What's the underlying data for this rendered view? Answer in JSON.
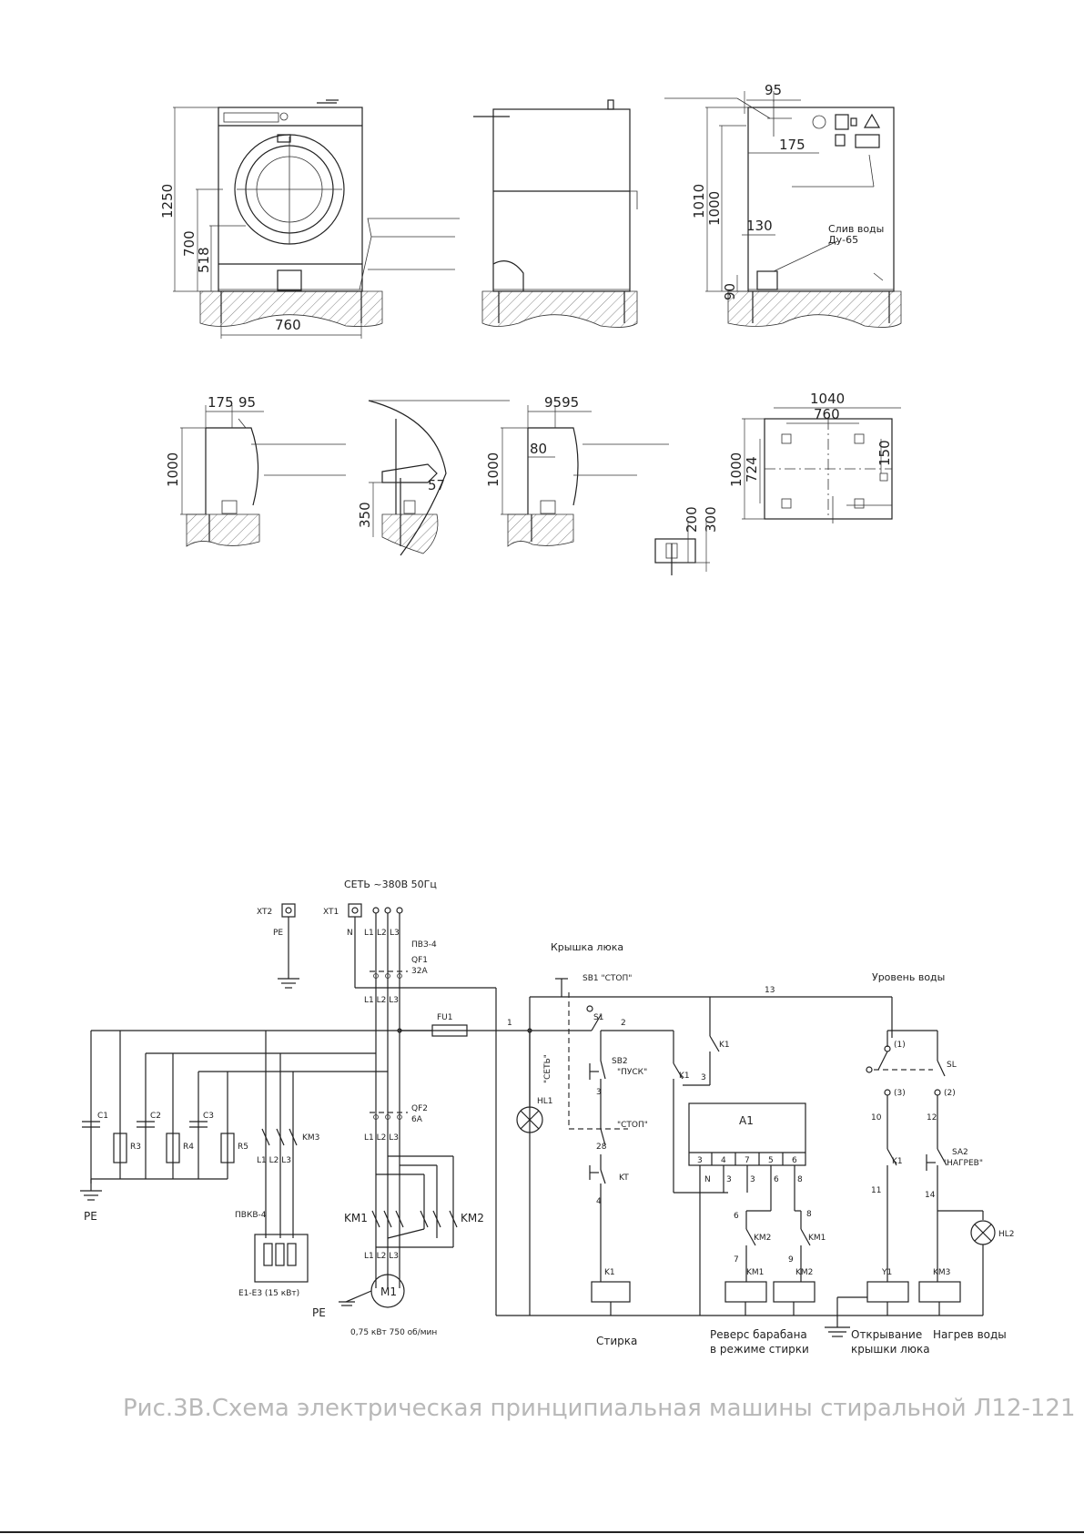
{
  "drawings": {
    "front": {
      "d_760": "760",
      "d_1250": "1250",
      "d_700": "700",
      "d_518": "518"
    },
    "side_right": {
      "d_95": "95",
      "d_175": "175",
      "d_1010": "1010",
      "d_1000": "1000",
      "d_130": "130",
      "d_90": "90",
      "drain_1": "Слив воды",
      "drain_2": "Ду-65"
    },
    "detail_left": {
      "d_175": "175",
      "d_95": "95",
      "d_1000": "1000"
    },
    "detail_mid": {
      "d_350": "350",
      "d_57": "57"
    },
    "detail_right": {
      "d_9595": "9595",
      "d_80": "80",
      "d_1000": "1000"
    },
    "foundation": {
      "d_200": "200",
      "d_300": "300"
    },
    "plan": {
      "d_1040": "1040",
      "d_760": "760",
      "d_1000": "1000",
      "d_724": "724",
      "d_150": "150"
    }
  },
  "schematic": {
    "network": "СЕТЬ ~380В 50Гц",
    "xt2": "XT2",
    "xt1": "XT1",
    "pe": "PE",
    "n": "N",
    "l1": "L1",
    "l2": "L2",
    "l3": "L3",
    "pvz": "ПВЗ-4",
    "qf1": "QF1",
    "qf1_val": "32А",
    "qf2": "QF2",
    "qf2_val": "6А",
    "fu1": "FU1",
    "c1": "C1",
    "c2": "C2",
    "c3": "C3",
    "r3": "R3",
    "r4": "R4",
    "r5": "R5",
    "km3": "KM3",
    "km1": "KM1",
    "km2": "KM2",
    "pvkv": "ПВКВ-4",
    "heaters": "Е1-Е3 (15 кВт)",
    "m1": "M1",
    "motor": "0,75 кВт 750 об/мин",
    "lid": "Крышка люка",
    "sb1": "SB1 \"СТОП\"",
    "level": "Уровень воды",
    "wire13": "13",
    "s1": "S1",
    "w1": "1",
    "w2": "2",
    "w3": "3",
    "w28": "28",
    "w4": "4",
    "hl1": "HL1",
    "set": "\"СЕТЬ\"",
    "sb2": "SB2",
    "pusk": "\"ПУСК\"",
    "stop": "\"СТОП\"",
    "k1": "K1",
    "kt": "KT",
    "a1": "A1",
    "a1_pins": [
      "3",
      "4",
      "7",
      "5",
      "6"
    ],
    "a1_n": "N",
    "a1_3": "3",
    "a1_3b": "3",
    "a1_6": "6",
    "a1_8": "8",
    "w6": "6",
    "w8": "8",
    "w7": "7",
    "w9": "9",
    "sl": "SL",
    "p1": "(1)",
    "p3": "(3)",
    "p2": "(2)",
    "w10": "10",
    "w12": "12",
    "w11": "11",
    "w14": "14",
    "sa2": "SA2",
    "nagrev": "\"НАГРЕВ\"",
    "hl2": "HL2",
    "y1": "Y1",
    "stirka": "Стирка",
    "reverse_1": "Реверс барабана",
    "reverse_2": "в режиме стирки",
    "open_1": "Открывание",
    "open_2": "крышки люка",
    "heat": "Нагрев воды"
  },
  "caption": "Рис.3В.Схема электрическая принципиальная машины стиральной Л12-121"
}
